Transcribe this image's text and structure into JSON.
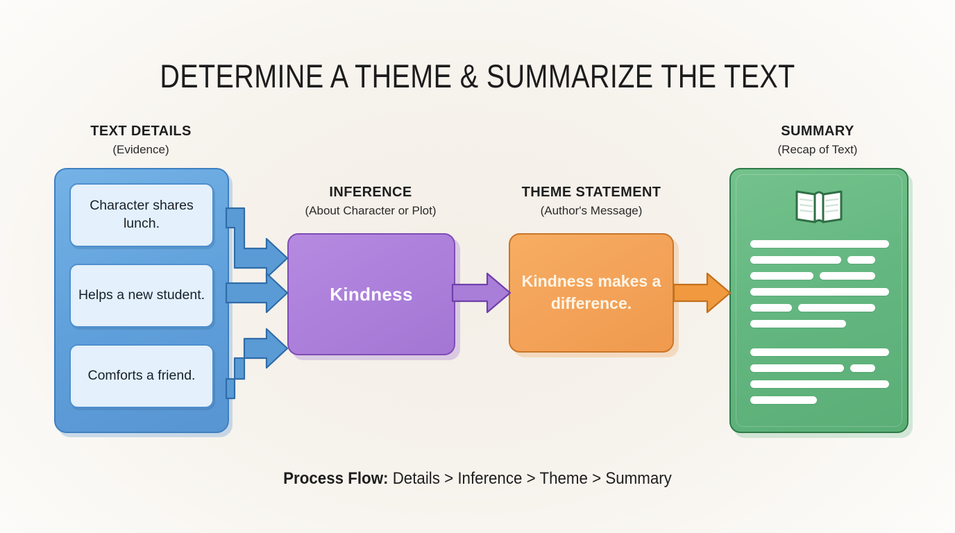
{
  "title": "DETERMINE A THEME & SUMMARIZE THE TEXT",
  "headings": {
    "details": {
      "main": "TEXT DETAILS",
      "sub": "(Evidence)"
    },
    "inference": {
      "main": "INFERENCE",
      "sub": "(About Character or Plot)"
    },
    "theme": {
      "main": "THEME STATEMENT",
      "sub": "(Author's Message)"
    },
    "summary": {
      "main": "SUMMARY",
      "sub": "(Recap of Text)"
    }
  },
  "details": {
    "cards": [
      {
        "text": "Character shares lunch."
      },
      {
        "text": "Helps a new student."
      },
      {
        "text": "Comforts a friend."
      }
    ]
  },
  "inference": {
    "text": "Kindness"
  },
  "theme": {
    "text": "Kindness makes a difference."
  },
  "summary": {
    "icon": "open-book-icon",
    "lines": [
      [
        100
      ],
      [
        72,
        22
      ],
      [
        50,
        44
      ],
      [
        100
      ],
      [
        33,
        61
      ],
      [
        72
      ],
      [
        100
      ],
      [
        74,
        20
      ],
      [
        100
      ],
      [
        50
      ]
    ]
  },
  "footer": {
    "label": "Process Flow:",
    "path": "Details > Inference > Theme > Summary"
  },
  "colors": {
    "background": "#f4efe7",
    "details_group": "#5f9fda",
    "details_card": "#e4f0fb",
    "inference": "#ab7fda",
    "theme": "#f3a258",
    "summary": "#63b67f",
    "arrow_blue": "#5b9bd5",
    "arrow_purple": "#a97ed8",
    "arrow_orange": "#f0993f"
  }
}
